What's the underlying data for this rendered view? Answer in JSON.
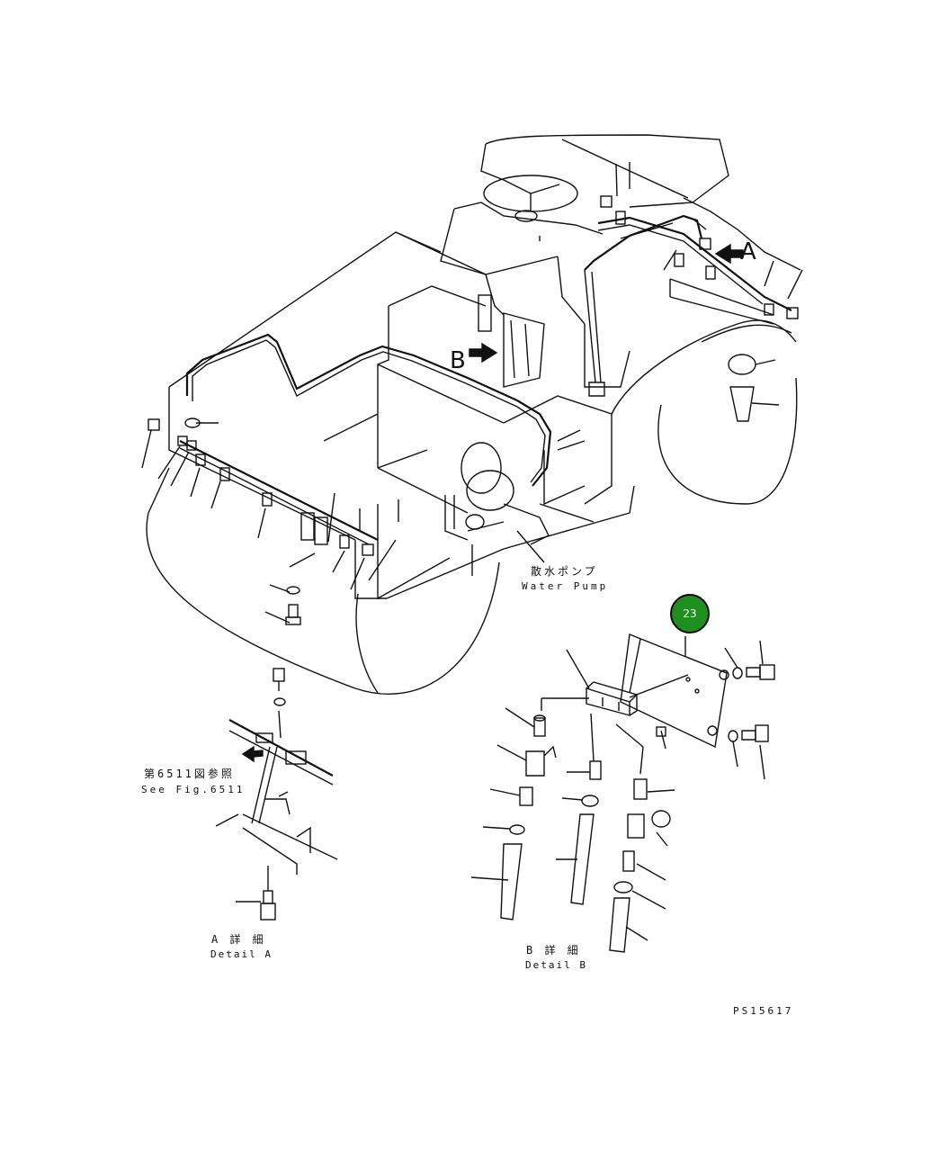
{
  "diagram": {
    "callouts": {
      "view_a": "A",
      "view_b": "B"
    },
    "water_pump": {
      "jp": "散水ポンプ",
      "en": "Water Pump"
    },
    "see_fig": {
      "jp": "第6511図参照",
      "en": "See Fig.6511"
    },
    "detail_a": {
      "jp": "A 詳 細",
      "en": "Detail A"
    },
    "detail_b": {
      "jp": "B 詳 細",
      "en": "Detail B"
    },
    "part_badge": "23",
    "drawing_code": "PS15617"
  },
  "colors": {
    "line": "#111111",
    "badge_fill": "#1e8f1e",
    "badge_text": "#ffffff"
  }
}
